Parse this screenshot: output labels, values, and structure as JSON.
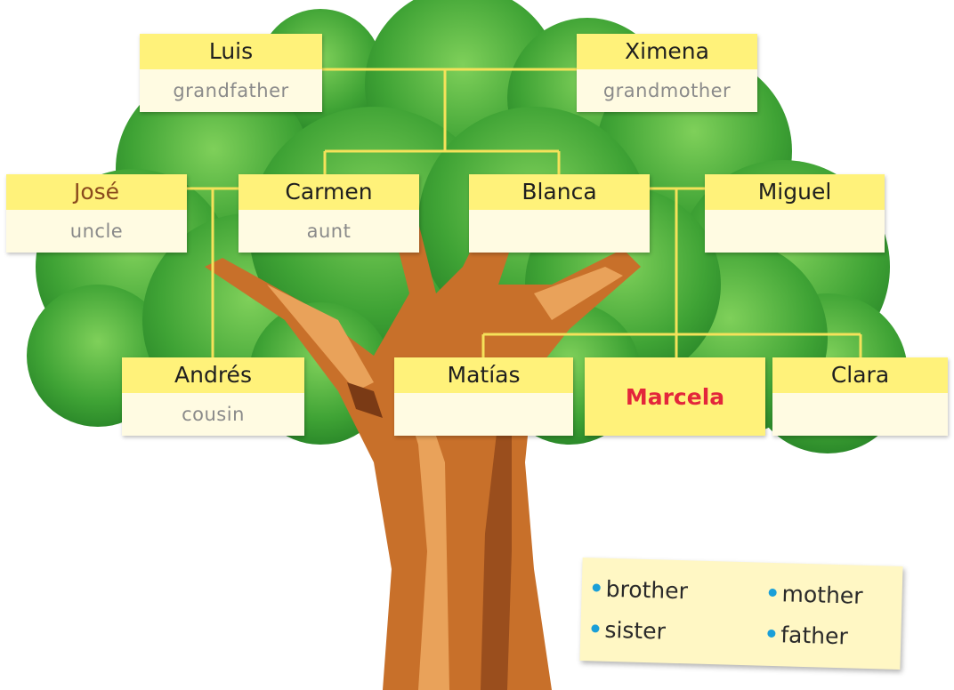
{
  "family": {
    "luis": {
      "name": "Luis",
      "role": "grandfather"
    },
    "ximena": {
      "name": "Ximena",
      "role": "grandmother"
    },
    "jose": {
      "name": "José",
      "role": "uncle"
    },
    "carmen": {
      "name": "Carmen",
      "role": "aunt"
    },
    "blanca": {
      "name": "Blanca",
      "role": ""
    },
    "miguel": {
      "name": "Miguel",
      "role": ""
    },
    "andres": {
      "name": "Andrés",
      "role": "cousin"
    },
    "matias": {
      "name": "Matías",
      "role": ""
    },
    "marcela": {
      "name": "Marcela"
    },
    "clara": {
      "name": "Clara",
      "role": ""
    }
  },
  "word_bank": {
    "items": [
      "brother",
      "mother",
      "sister",
      "father"
    ]
  },
  "colors": {
    "name_strip": "#fff27a",
    "role_strip": "#fffbe2",
    "highlight_text": "#e3263b",
    "connector": "#f5e25a",
    "bullet": "#1a9fd8",
    "foliage": "#3fa335",
    "trunk": "#c8702a"
  }
}
